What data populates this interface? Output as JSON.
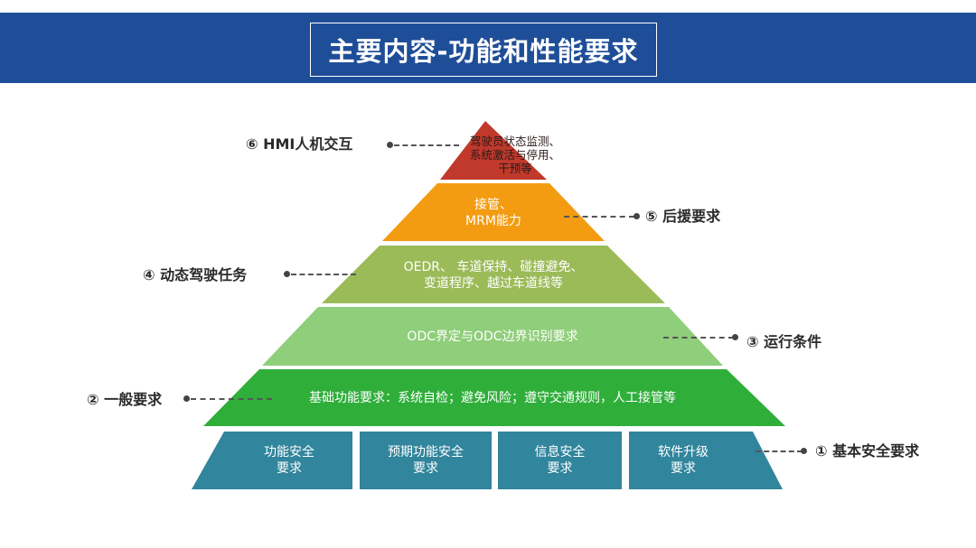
{
  "title": "主要内容-功能和性能要求",
  "colors": {
    "header": "#1f4e98",
    "level6": "#c0392b",
    "level5": "#f39c12",
    "level4": "#9bbb59",
    "level3": "#8fce7a",
    "level2": "#2fae3a",
    "level1": "#31859c"
  },
  "pyramid": {
    "level6": {
      "lines": [
        "驾驶员状态监测、",
        "系统激活与停用、",
        "干预等"
      ]
    },
    "level5": {
      "lines": [
        "接管、",
        "MRM能力"
      ]
    },
    "level4": {
      "lines": [
        "OEDR、 车道保持、碰撞避免、",
        "变道程序、越过车道线等"
      ]
    },
    "level3": {
      "lines": [
        "ODC界定与ODC边界识别要求"
      ]
    },
    "level2": {
      "lines": [
        "基础功能要求：系统自检；避免风险；遵守交通规则，人工接管等"
      ]
    },
    "level1": {
      "blocks": [
        {
          "lines": [
            "功能安全",
            "要求"
          ]
        },
        {
          "lines": [
            "预期功能安全",
            "要求"
          ]
        },
        {
          "lines": [
            "信息安全",
            "要求"
          ]
        },
        {
          "lines": [
            "软件升级",
            "要求"
          ]
        }
      ]
    }
  },
  "labels": {
    "l6": "⑥ HMI人机交互",
    "l5": "⑤ 后援要求",
    "l4": "④ 动态驾驶任务",
    "l3": "③ 运行条件",
    "l2": "② 一般要求",
    "l1": "① 基本安全要求"
  }
}
